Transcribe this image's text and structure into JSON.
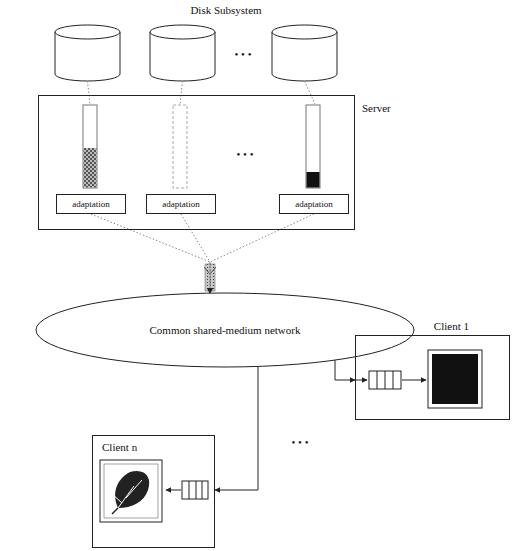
{
  "diagram": {
    "nodes": [
      {
        "text": [
          "Server"
        ]
      },
      {
        "text": [
          "adaptation"
        ],
        "in": 0
      },
      {
        "text": [
          "adaptation"
        ],
        "in": 0
      },
      {
        "text": [
          "adaptation"
        ],
        "in": 0
      },
      {
        "text": [
          "Common shared-medium network"
        ]
      },
      {
        "text": [
          "Client 1"
        ]
      },
      {
        "text": [
          "Client n"
        ]
      }
    ],
    "edges": [
      {
        "from": 1,
        "to": 4,
        "arrow": "to"
      },
      {
        "from": 2,
        "to": 4,
        "arrow": "to"
      },
      {
        "from": 3,
        "to": 4,
        "arrow": "to"
      },
      {
        "from": 4,
        "to": 5,
        "arrow": "to"
      },
      {
        "from": 4,
        "to": 6,
        "arrow": "to"
      }
    ],
    "labels": [
      "Disk Subsystem",
      "• • •",
      "• • •",
      "• • •"
    ]
  }
}
